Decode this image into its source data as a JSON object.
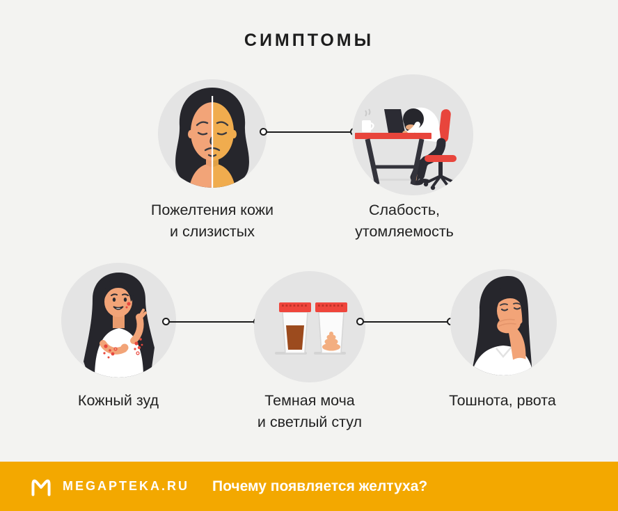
{
  "title": "СИМПТОМЫ",
  "symptoms": [
    {
      "id": "yellowing",
      "lines": [
        "Пожелтения кожи",
        "и слизистых"
      ],
      "icon": "yellow-skin-face-illustration"
    },
    {
      "id": "weakness",
      "lines": [
        "Слабость,",
        "утомляемость"
      ],
      "icon": "tired-at-desk-illustration"
    },
    {
      "id": "itch",
      "lines": [
        "Кожный зуд"
      ],
      "icon": "itchy-skin-illustration"
    },
    {
      "id": "urine",
      "lines": [
        "Темная моча",
        "и светлый стул"
      ],
      "icon": "sample-jars-illustration"
    },
    {
      "id": "nausea",
      "lines": [
        "Тошнота, рвота"
      ],
      "icon": "nausea-illustration"
    }
  ],
  "footer": {
    "brand": "MEGAPTEKA.RU",
    "question": "Почему появляется желтуха?",
    "logo": "megapteka-m-logo-icon"
  },
  "colors": {
    "background": "#F3F3F1",
    "accent_orange": "#F3A800",
    "circle_gray": "#E4E4E4",
    "text_dark": "#1D1D1D",
    "illustration_red": "#E8453C",
    "hair_dark": "#26262C",
    "skin": "#F2A478",
    "jaundice_yellow": "#F0AC4E",
    "dark_urine_brown": "#9C4B1E",
    "light_stool": "#F3AE80"
  }
}
